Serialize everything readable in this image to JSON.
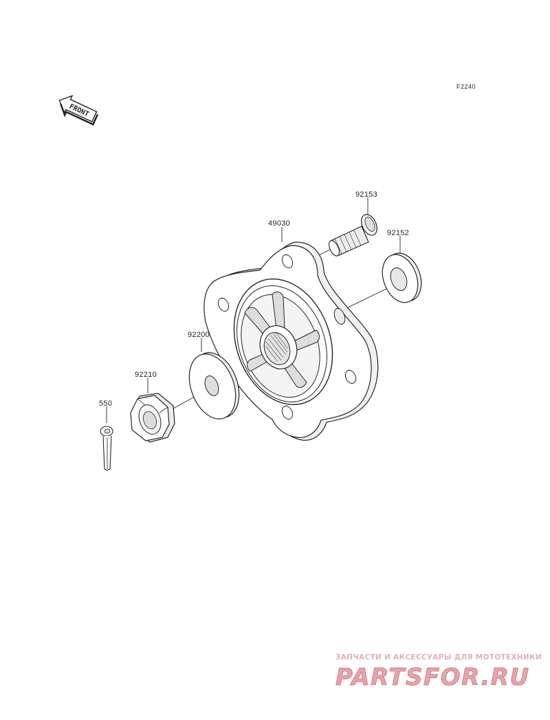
{
  "figure_code": "F2240",
  "front_mark": "FRONT",
  "callouts": {
    "hub": "49030",
    "stud": "92153",
    "seal": "92152",
    "washer": "92200",
    "nut": "92210",
    "cotter_pin": "550"
  },
  "watermark": {
    "tagline": "ЗАПЧАСТИ И АКСЕССУАРЫ ДЛЯ МОТОТЕХНИКИ",
    "brand": "PARTSFOR.RU",
    "color": "#e8a3a8"
  }
}
